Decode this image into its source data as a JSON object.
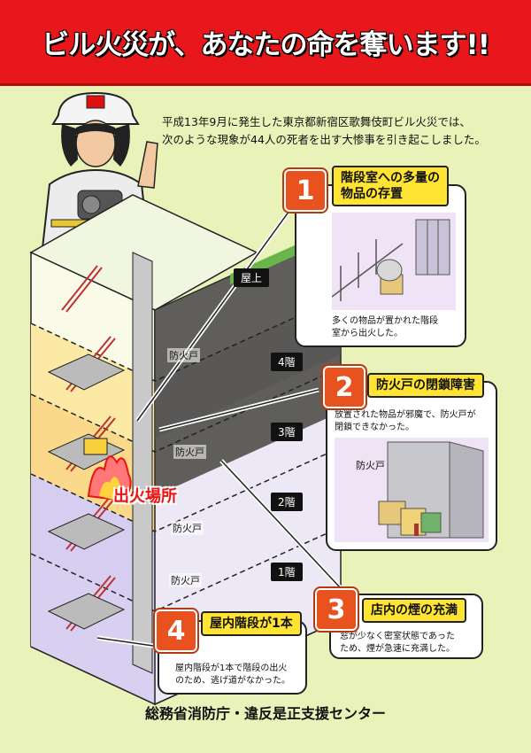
{
  "header": {
    "title": "ビル火災が、あなたの命を奪います!!"
  },
  "intro": {
    "line1": "平成13年9月に発生した東京都新宿区歌舞伎町ビル火災では、",
    "line2": "次のような現象が44人の死者を出す大惨事を引き起こしました。"
  },
  "floors": [
    "屋上",
    "4階",
    "3階",
    "2階",
    "1階"
  ],
  "fire_door_label": "防火戸",
  "fire_origin_label": "出火場所",
  "callouts": [
    {
      "number": "1",
      "title_line1": "階段室への多量の",
      "title_line2": "物品の存置",
      "caption_line1": "多くの物品が置かれた階段",
      "caption_line2": "室から出火した。"
    },
    {
      "number": "2",
      "title": "防火戸の閉鎖障害",
      "caption_line1": "放置された物品が邪魔で、防火戸が",
      "caption_line2": "閉鎖できなかった。",
      "door_label": "防火戸"
    },
    {
      "number": "3",
      "title": "店内の煙の充満",
      "caption_line1": "窓が少なく密室状態であった",
      "caption_line2": "ため、煙が急速に充満した。"
    },
    {
      "number": "4",
      "title": "屋内階段が1本",
      "caption_line1": "屋内階段が1本で階段の出火",
      "caption_line2": "のため、逃げ道がなかった。"
    }
  ],
  "footer": {
    "text": "総務省消防庁・違反是正支援センター"
  },
  "colors": {
    "header_red": "#e8171b",
    "background": "#e9f2b8",
    "badge_orange": "#e8521e",
    "title_yellow": "#ffe433",
    "fire_red": "#e11111"
  }
}
